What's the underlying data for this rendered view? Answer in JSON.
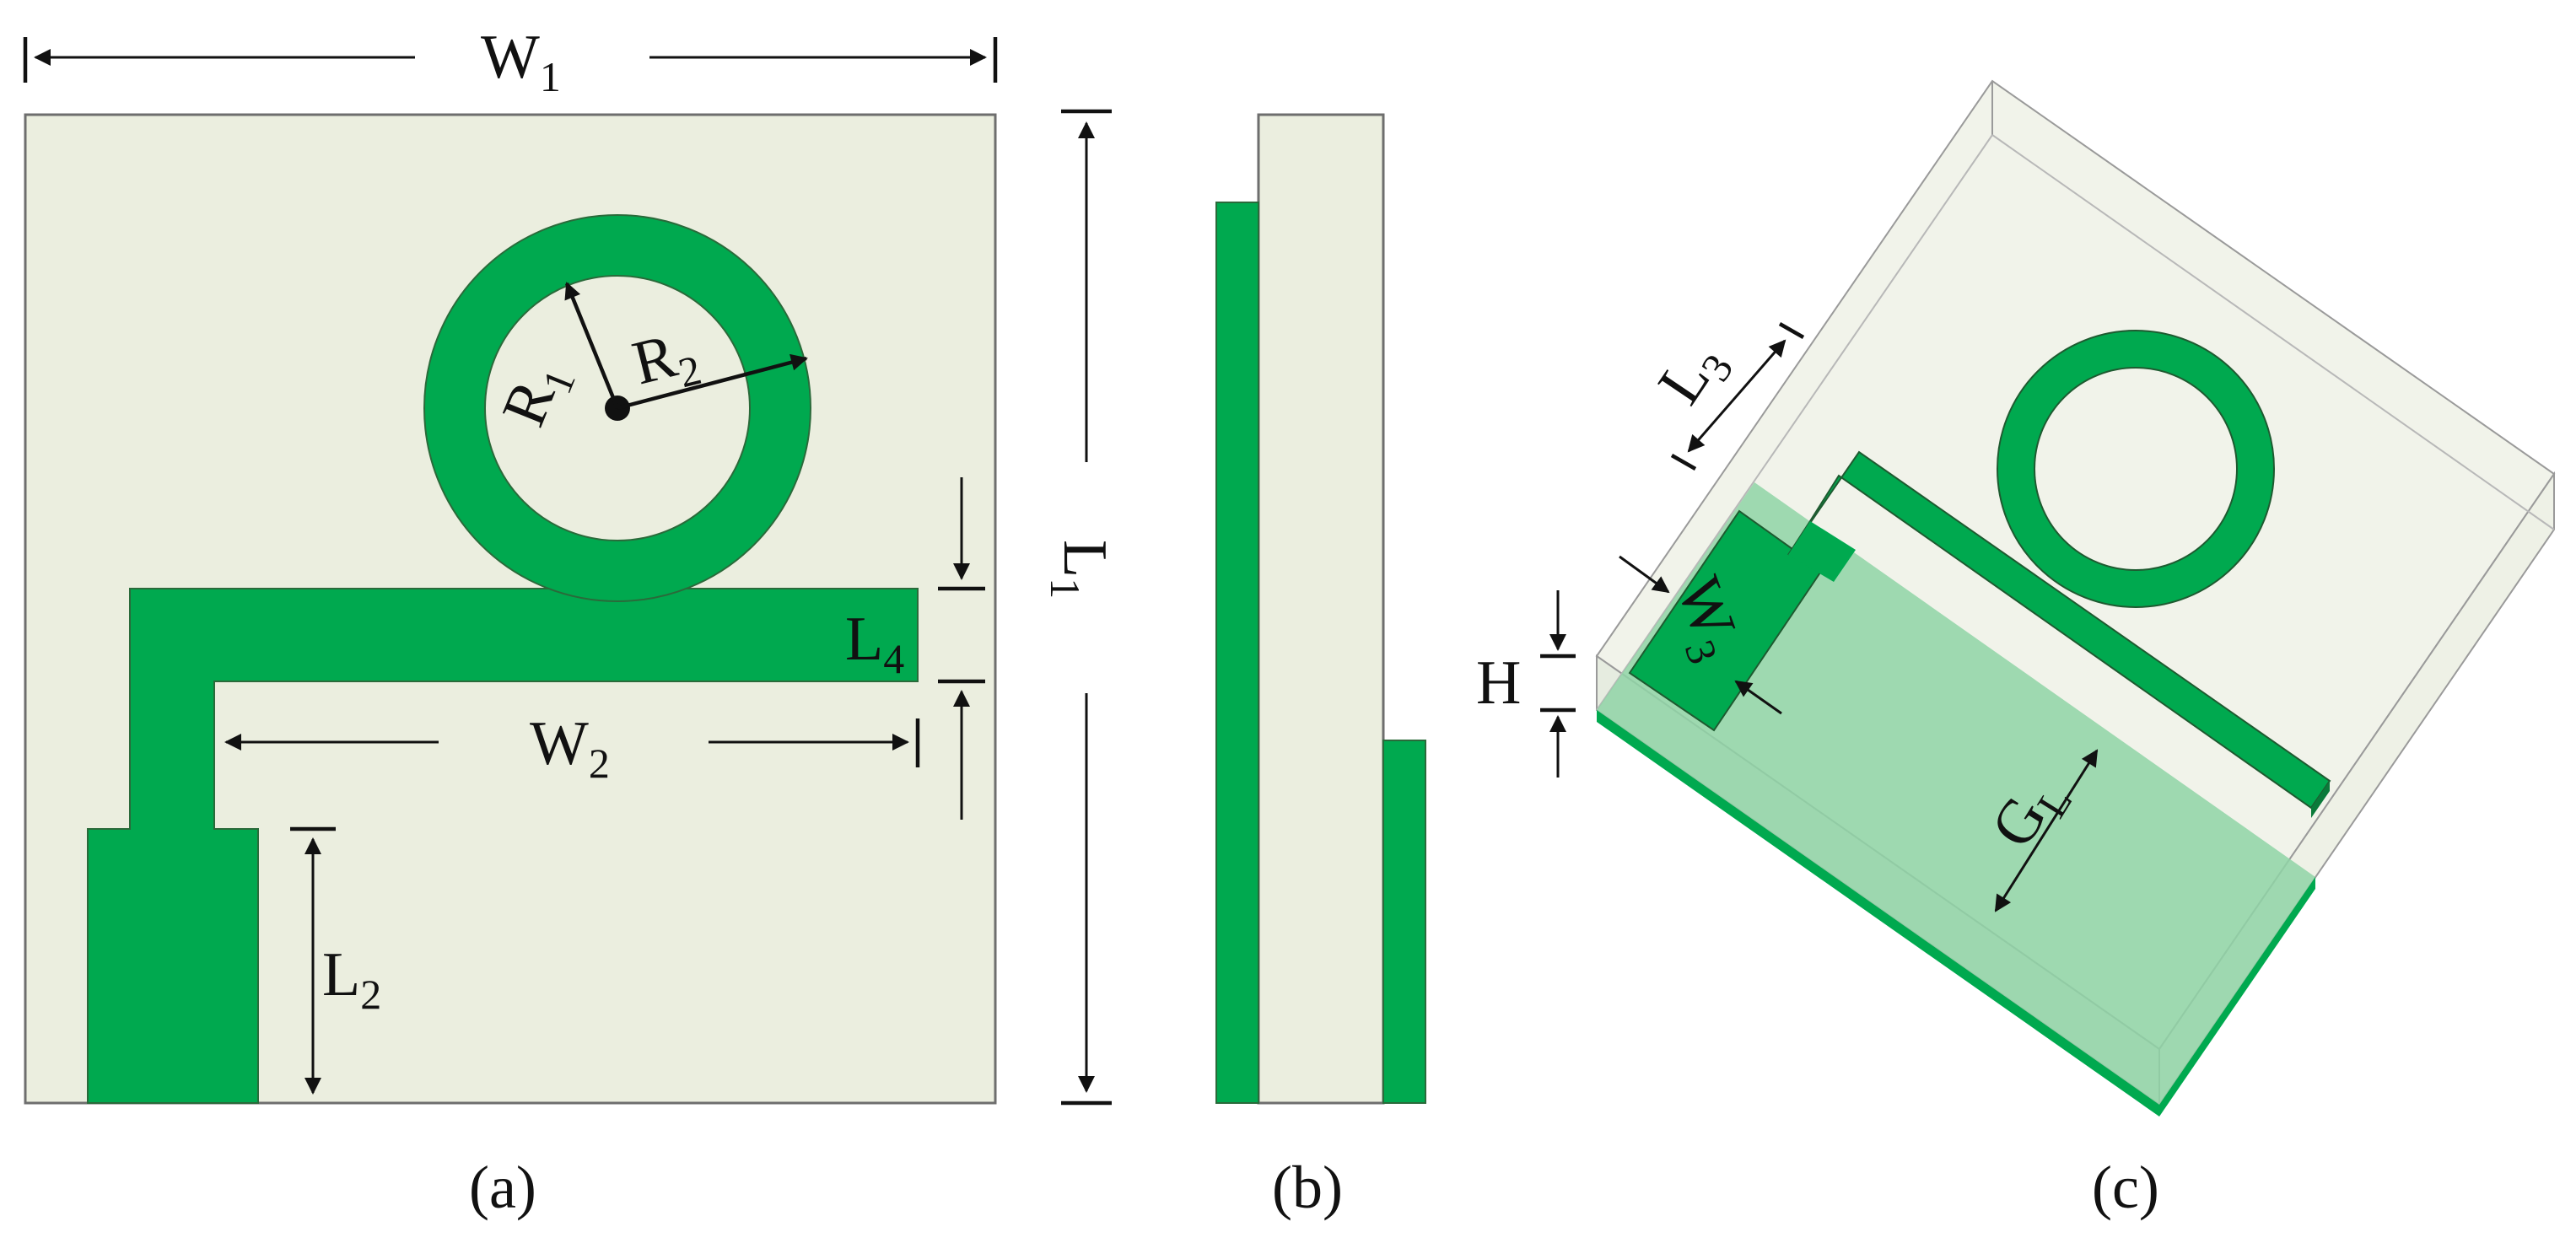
{
  "colors": {
    "copper": "#00a94f",
    "substrate": "#ebeedf",
    "substrate_outline": "#6e6e6e",
    "ground_translucent": "#8fd4a6",
    "box_translucent": "#f1f3ea",
    "dimension_ink": "#111111"
  },
  "panel_a": {
    "caption": "(a)",
    "labels": {
      "W1": {
        "main": "W",
        "sub": "1"
      },
      "W2": {
        "main": "W",
        "sub": "2"
      },
      "L2": {
        "main": "L",
        "sub": "2"
      },
      "L4": {
        "main": "L",
        "sub": "4"
      },
      "R1": {
        "main": "R",
        "sub": "1"
      },
      "R2": {
        "main": "R",
        "sub": "2"
      }
    }
  },
  "panel_b": {
    "caption": "(b)",
    "labels": {
      "L1": {
        "main": "L",
        "sub": "1"
      }
    }
  },
  "panel_c": {
    "caption": "(c)",
    "labels": {
      "L3": {
        "main": "L",
        "sub": "3"
      },
      "W3": {
        "main": "W",
        "sub": "3"
      },
      "H": {
        "main": "H"
      },
      "GL": {
        "main": "G",
        "sub": "L"
      }
    }
  }
}
